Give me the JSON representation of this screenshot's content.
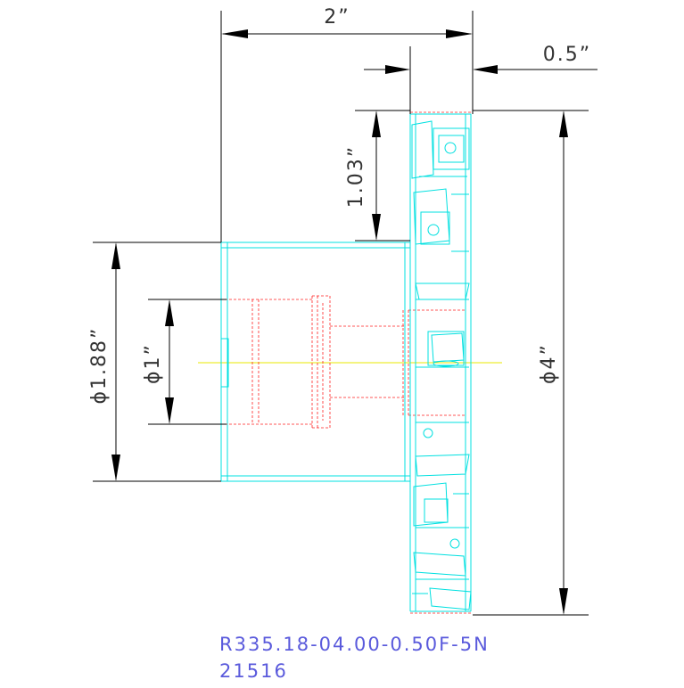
{
  "dimensions": {
    "length": "2”",
    "width": "0.5”",
    "insert_height": "1.03”",
    "body_diameter": "ϕ1.88”",
    "bore_diameter": "ϕ1”",
    "cutter_diameter": "ϕ4”"
  },
  "part": {
    "number": "R335.18-04.00-0.50F-5N",
    "code": "21516"
  },
  "colors": {
    "outline": "#00e0e0",
    "hidden": "#ff2020",
    "centerline": "#e8e800",
    "dimension": "#000000",
    "part_text": "#5a5adc"
  }
}
